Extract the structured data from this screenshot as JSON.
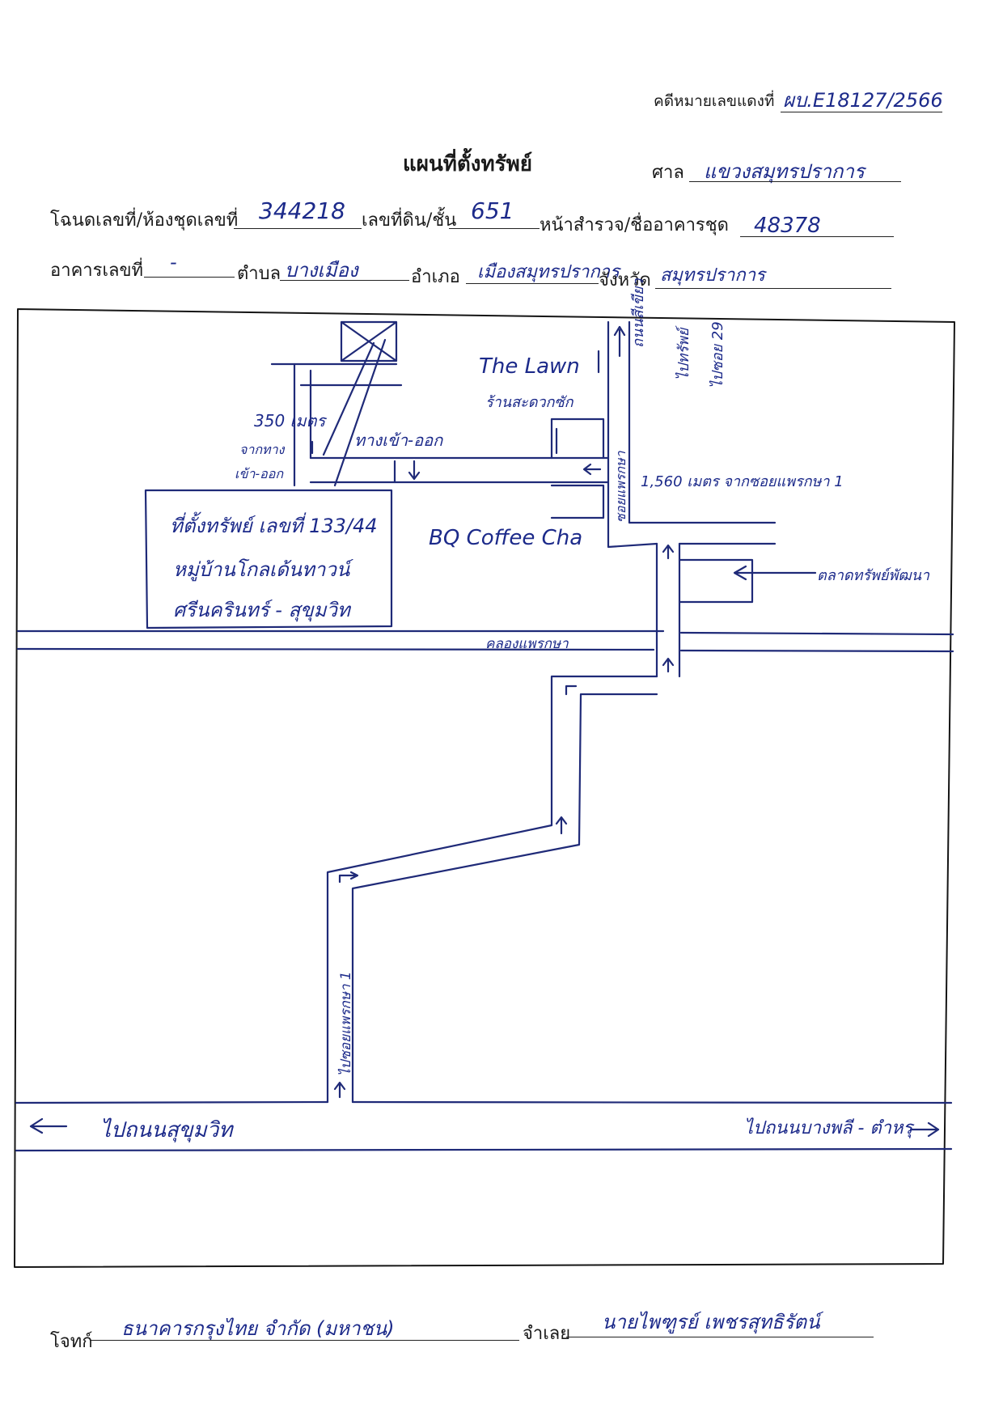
{
  "header": {
    "case_label": "คดีหมายเลขแดงที่",
    "case_value": "ผบ.E18127/2566",
    "title": "แผนที่ตั้งทรัพย์",
    "court_label": "ศาล",
    "court_value": "แขวงสมุทรปราการ"
  },
  "fields": {
    "deed_label": "โฉนดเลขที่/ห้องชุดเลขที่",
    "deed_value": "344218",
    "land_label": "เลขที่ดิน/ชั้น",
    "land_value": "651",
    "survey_label": "หน้าสำรวจ/ชื่ออาคารชุด",
    "survey_value": "48378",
    "building_label": "อาคารเลขที่",
    "building_value": "-",
    "subdistrict_label": "ตำบล",
    "subdistrict_value": "บางเมือง",
    "district_label": "อำเภอ",
    "district_value": "เมืองสมุทรปราการ",
    "province_label": "จังหวัด",
    "province_value": "สมุทรปราการ"
  },
  "map": {
    "the_lawn": "The Lawn",
    "the_lawn_sub": "ร้านสะดวกซัก",
    "distance_350": "350 เมตร",
    "entrance_gate": "จากทาง",
    "entrance_gate2": "เข้า-ออก",
    "entrance": "ทางเข้า-ออก",
    "distance_1560": "1,560 เมตร จากซอยแพรกษา 1",
    "property_line1": "ที่ตั้งทรัพย์ เลขที่ 133/44",
    "property_line2": "หมู่บ้านโกลเด้นทาวน์",
    "property_line3": "ศรีนครินทร์ - สุขุมวิท",
    "coffee": "BQ Coffee Cha",
    "right_note1": "ถนนสีเขียว",
    "right_note2": "ไปทรัพย์",
    "right_note3": "ไปซอย 29",
    "soi_label": "ซอยแพรกษา",
    "market_label": "ตลาดทรัพย์พัฒนา",
    "canal_label": "คลองแพรกษา",
    "vertical_road": "ไปซอยแพรกษา 1",
    "to_sukhumvit": "ไปถนนสุขุมวิท",
    "to_bangphli": "ไปถนนบางพลี - ตำหรุ"
  },
  "footer": {
    "plaintiff_label": "โจทก์",
    "plaintiff_value": "ธนาคารกรุงไทย จำกัด (มหาชน)",
    "defendant_label": "จำเลย",
    "defendant_value": "นายไพฑูรย์ เพชรสุทธิรัตน์"
  }
}
